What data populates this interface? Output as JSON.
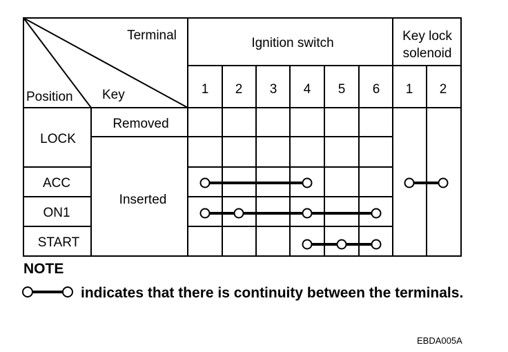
{
  "header": {
    "terminal": "Terminal",
    "position": "Position",
    "key": "Key",
    "ignition_switch": "Ignition switch",
    "key_lock_solenoid": [
      "Key lock",
      "solenoid"
    ]
  },
  "terminals": {
    "ignition": [
      "1",
      "2",
      "3",
      "4",
      "5",
      "6"
    ],
    "solenoid": [
      "1",
      "2"
    ]
  },
  "positions": [
    "LOCK",
    "ACC",
    "ON1",
    "START"
  ],
  "key_states": [
    "Removed",
    "Inserted"
  ],
  "continuity": [
    {
      "position": "ACC",
      "ignition_terminals": [
        "1",
        "4"
      ],
      "solenoid_terminals": [
        "1",
        "2"
      ]
    },
    {
      "position": "ON1",
      "ignition_terminals": [
        "1",
        "2",
        "4",
        "6"
      ]
    },
    {
      "position": "START",
      "ignition_terminals": [
        "4",
        "5",
        "6"
      ]
    }
  ],
  "note": {
    "title": "NOTE",
    "text": "indicates that there is continuity between the terminals."
  },
  "figure_code": "EBDA005A"
}
